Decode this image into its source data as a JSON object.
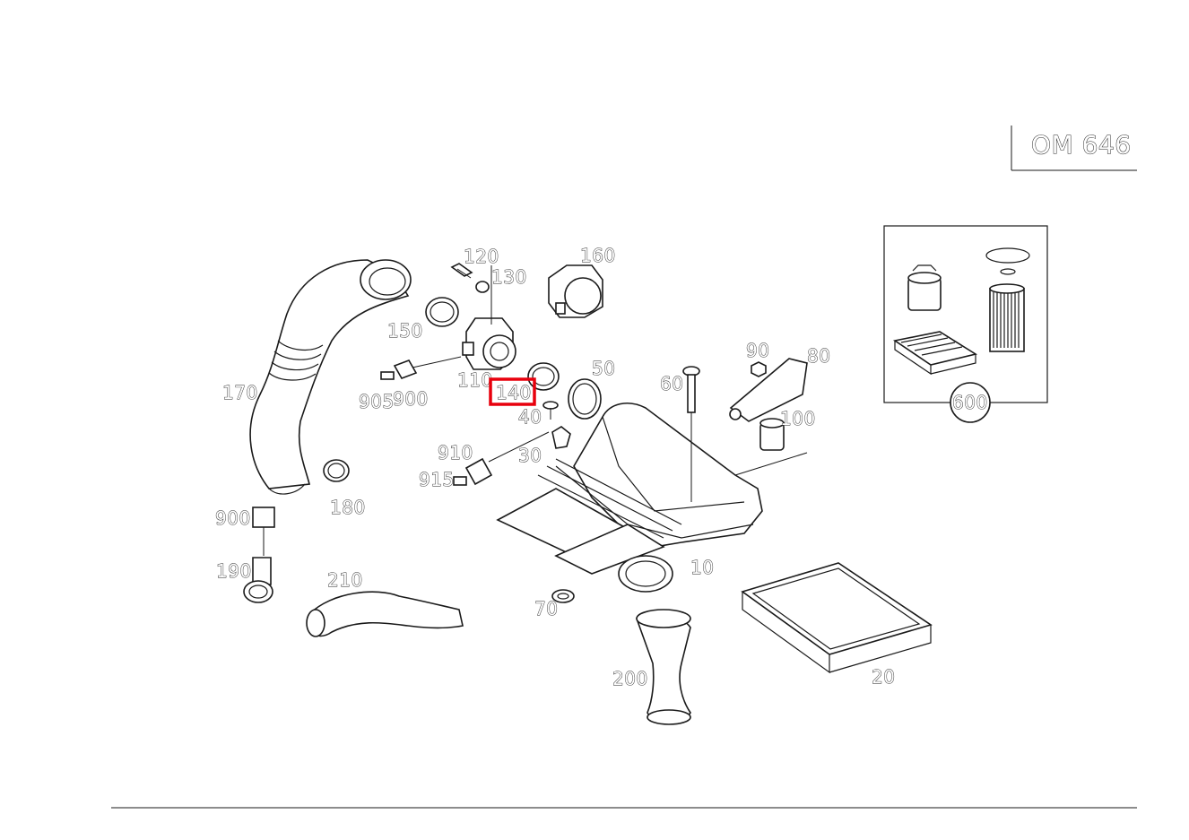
{
  "engine_code": "OM 646",
  "highlight_color": "#e8000d",
  "selected_callout": "140",
  "callouts": {
    "c10": "10",
    "c20": "20",
    "c30": "30",
    "c40": "40",
    "c50": "50",
    "c60": "60",
    "c70": "70",
    "c80": "80",
    "c90": "90",
    "c100": "100",
    "c110": "110",
    "c120": "120",
    "c130": "130",
    "c140": "140",
    "c150": "150",
    "c160": "160",
    "c170": "170",
    "c180": "180",
    "c190": "190",
    "c200": "200",
    "c210": "210",
    "c600": "600",
    "c900a": "900",
    "c900b": "900",
    "c905": "905",
    "c910": "910",
    "c915": "915"
  }
}
